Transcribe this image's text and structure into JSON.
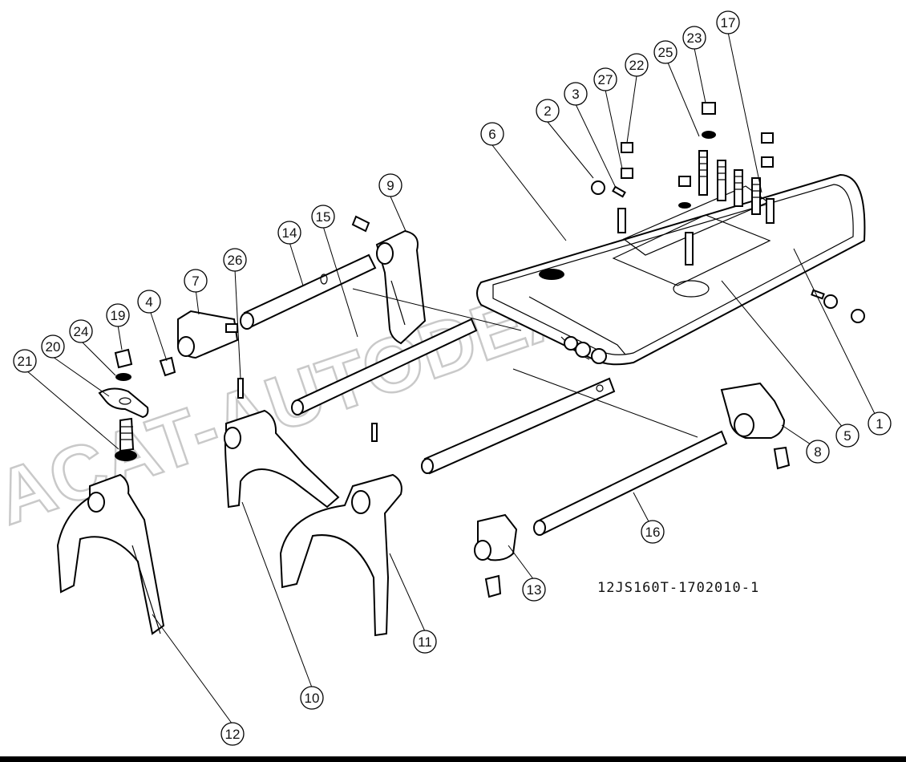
{
  "drawing_code": "12JS160T-1702010-1",
  "watermark": "ACAT-AUTODEALER.RU",
  "callouts": [
    "1",
    "2",
    "3",
    "4",
    "5",
    "6",
    "7",
    "8",
    "9",
    "10",
    "11",
    "12",
    "13",
    "14",
    "15",
    "16",
    "17",
    "19",
    "20",
    "21",
    "22",
    "23",
    "24",
    "25",
    "26",
    "27"
  ]
}
